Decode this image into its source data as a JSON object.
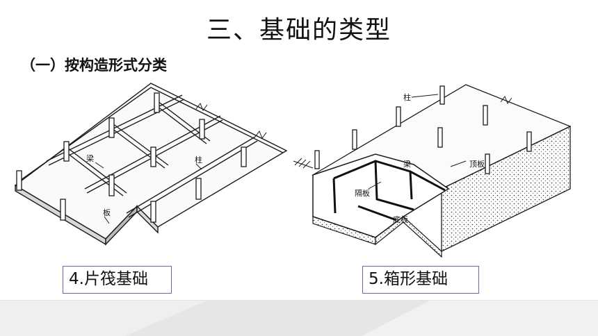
{
  "slide": {
    "title": "三、基础的类型",
    "subtitle": "（一）按构造形式分类"
  },
  "figures": {
    "raft": {
      "caption": "4.片筏基础",
      "labels": {
        "beam": "梁",
        "column": "柱",
        "slab": "板"
      }
    },
    "box": {
      "caption": "5.箱形基础",
      "labels": {
        "column": "柱",
        "beam": "梁",
        "top_slab": "顶板",
        "partition": "隔板",
        "bottom_slab": "底板"
      }
    }
  },
  "colors": {
    "caption_border": "#6c66b0",
    "drawing_ink": "#1a1a1a",
    "footer_band": "#ececec"
  }
}
